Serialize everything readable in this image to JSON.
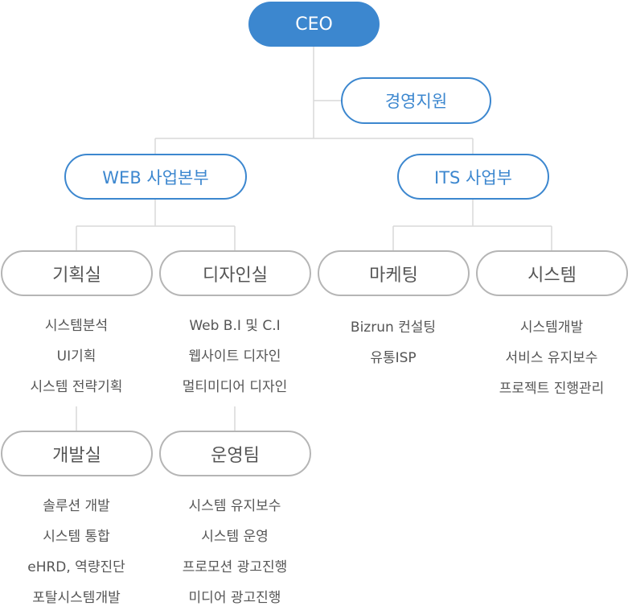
{
  "ceo": "CEO",
  "support": "경영지원",
  "divisions": {
    "web": "WEB 사업본부",
    "its": "ITS 사업부"
  },
  "teams": {
    "planning": {
      "label": "기획실",
      "items": [
        "시스템분석",
        "UI기획",
        "시스템 전략기획"
      ]
    },
    "design": {
      "label": "디자인실",
      "items": [
        "Web B.I 및 C.I",
        "웹사이트 디자인",
        "멀티미디어 디자인"
      ]
    },
    "marketing": {
      "label": "마케팅",
      "items": [
        "Bizrun 컨설팅",
        "유통ISP"
      ]
    },
    "system": {
      "label": "시스템",
      "items": [
        "시스템개발",
        "서비스 유지보수",
        "프로젝트 진행관리"
      ]
    },
    "development": {
      "label": "개발실",
      "items": [
        "솔루션 개발",
        "시스템 통합",
        "eHRD, 역량진단",
        "포탈시스템개발"
      ]
    },
    "operations": {
      "label": "운영팀",
      "items": [
        "시스템 유지보수",
        "시스템 운영",
        "프로모션 광고진행",
        "미디어 광고진행"
      ]
    }
  },
  "colors": {
    "primary": "#3c87cf",
    "gray_border": "#b5b5b5",
    "line": "#d9d9d9",
    "text": "#555555"
  }
}
